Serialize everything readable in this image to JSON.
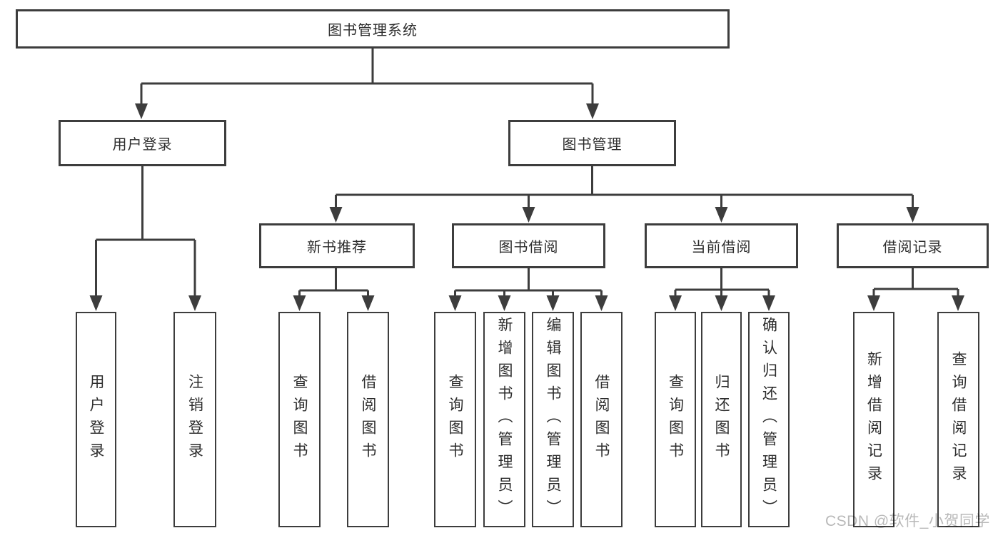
{
  "colors": {
    "line": "#3d3d3d",
    "text": "#2d2d2d",
    "background": "#ffffff",
    "watermark": "#b9b9b9"
  },
  "root": {
    "label": "图书管理系统"
  },
  "branches": [
    {
      "label": "用户登录",
      "leaves": [
        {
          "label": "用户登录"
        },
        {
          "label": "注销登录"
        }
      ]
    },
    {
      "label": "图书管理",
      "groups": [
        {
          "label": "新书推荐",
          "leaves": [
            {
              "label": "查询图书"
            },
            {
              "label": "借阅图书"
            }
          ]
        },
        {
          "label": "图书借阅",
          "leaves": [
            {
              "label": "查询图书"
            },
            {
              "label": "新增图书（管理员）"
            },
            {
              "label": "编辑图书（管理员）"
            },
            {
              "label": "借阅图书"
            }
          ]
        },
        {
          "label": "当前借阅",
          "leaves": [
            {
              "label": "查询图书"
            },
            {
              "label": "归还图书"
            },
            {
              "label": "确认归还（管理员）"
            }
          ]
        },
        {
          "label": "借阅记录",
          "leaves": [
            {
              "label": "新增借阅记录"
            },
            {
              "label": "查询借阅记录"
            }
          ]
        }
      ]
    }
  ],
  "watermark": {
    "text": "CSDN @软件_小贺同学"
  }
}
